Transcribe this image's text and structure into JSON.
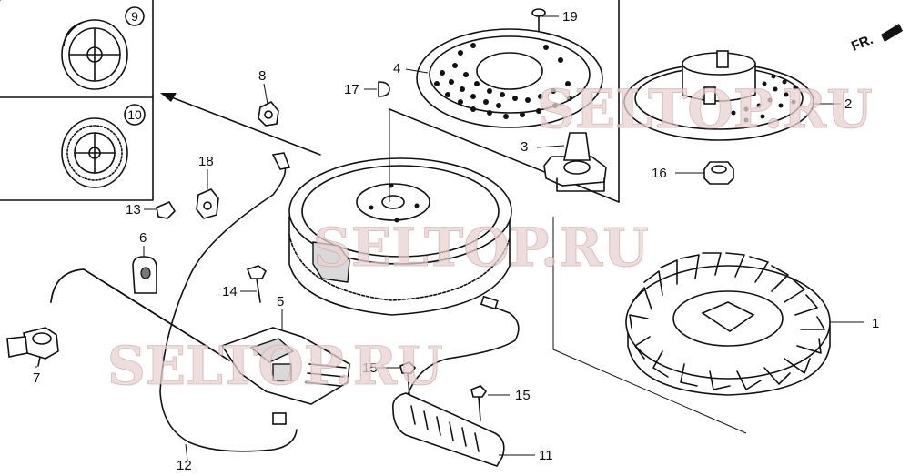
{
  "watermark": "SELTOP.RU",
  "direction_label": "FR.",
  "callouts": {
    "c1": "1",
    "c2": "2",
    "c3": "3",
    "c4": "4",
    "c5": "5",
    "c6": "6",
    "c7": "7",
    "c8": "8",
    "c9": "9",
    "c10": "10",
    "c11": "11",
    "c12": "12",
    "c13": "13",
    "c14": "14",
    "c15a": "15",
    "c15b": "15",
    "c16": "16",
    "c17": "17",
    "c18": "18",
    "c19": "19"
  }
}
